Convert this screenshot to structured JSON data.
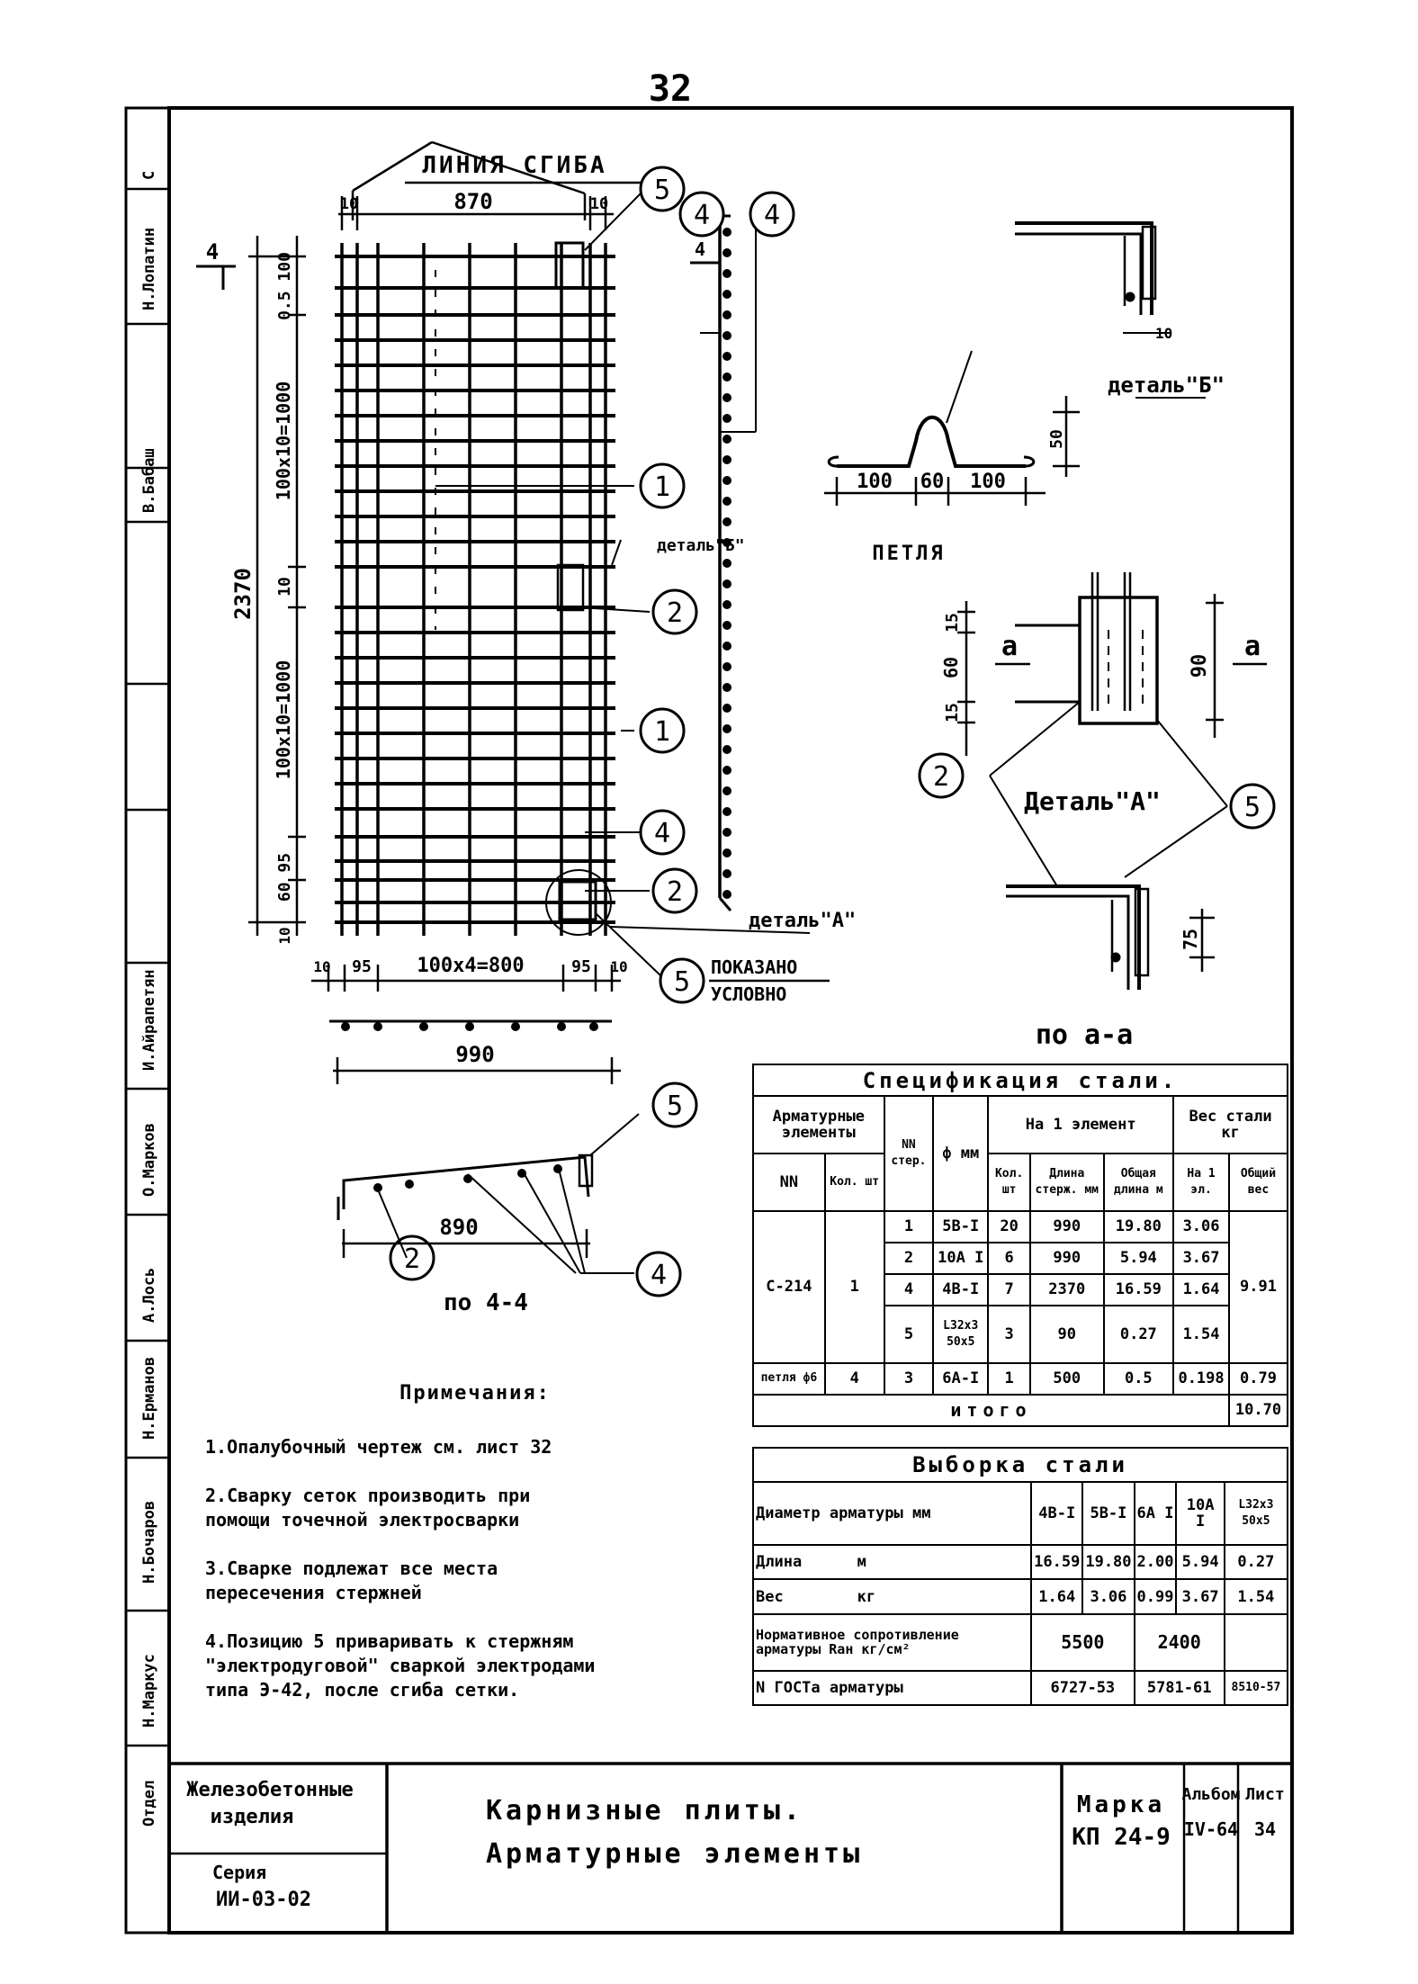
{
  "page_number": "32",
  "labels": {
    "bend_line": "ЛИНИЯ СГИБА",
    "dim_top_edge_left": "10",
    "dim_top_mid": "870",
    "dim_top_edge_right": "10",
    "section_mark": "4",
    "dim_overall_height": "2370",
    "dim_top_segment": "0.5 100",
    "dim_upper_rows": "100x10=1000",
    "dim_mid": "10",
    "dim_lower_rows": "100x10=1000",
    "dim_bottom_segment": "60 95",
    "dim_bottom_end": "10",
    "dim_bottom_edge_left": "10",
    "dim_bottom_95_left": "95",
    "dim_bottom_mid": "100x4=800",
    "dim_bottom_95_right": "95",
    "dim_bottom_edge_right": "10",
    "dim_bottom_total": "990",
    "detail_b_ref": "деталь\"Б\"",
    "detail_a_ref": "деталь\"А\"",
    "shown_conventionally_1": "ПОКАЗАНО",
    "shown_conventionally_2": "УСЛОВНО",
    "dim_890": "890",
    "section_4_4": "по 4-4",
    "loop_title": "ПЕТЛЯ",
    "loop_dim_100_left": "100",
    "loop_dim_60": "60",
    "loop_dim_100_right": "100",
    "loop_height_50": "50",
    "detail_b_title": "деталь\"Б\"",
    "detail_b_dim": "10",
    "detail_a_title": "Деталь\"А\"",
    "detail_a_dim_15_top": "15",
    "detail_a_dim_60": "60",
    "detail_a_dim_15_bottom": "15",
    "detail_a_dim_90": "90",
    "section_mark_a": "а",
    "section_a_dim": "75",
    "section_a_a": "по а-а"
  },
  "callouts": [
    "5",
    "4",
    "4",
    "1",
    "2",
    "1",
    "4",
    "2",
    "5",
    "5",
    "4",
    "2",
    "2",
    "5"
  ],
  "notes": {
    "title": "Примечания:",
    "items": [
      "1.Опалубочный чертеж см. лист 32",
      "2.Сварку сеток производить при\nпомощи точечной электросварки",
      "3.Сварке подлежат все места\nпересечения стержней",
      "4.Позицию 5 приваривать к стержням\n\"электродуговой\" сваркой электродами\nтипа Э-42, после сгиба сетки."
    ]
  },
  "specification": {
    "title": "Спецификация стали.",
    "head_elements": "Арматурные элементы",
    "head_no": "NN",
    "head_qty": "Кол. шт",
    "head_pos": "NN стер.",
    "head_dia": "ф мм",
    "head_per_element": "На 1 элемент",
    "head_weight": "Вес стали кг",
    "head_count": "Кол. шт",
    "head_bar_length": "Длина стерж. мм",
    "head_total_length": "Общая длина м",
    "head_weight_one": "На 1 эл.",
    "head_weight_total": "Общий вес",
    "element_name": "С-214",
    "element_qty": "1",
    "rows": [
      {
        "pos": "1",
        "dia": "5В-I",
        "count": "20",
        "len": "990",
        "total": "19.80",
        "w1": "3.06"
      },
      {
        "pos": "2",
        "dia": "10А I",
        "count": "6",
        "len": "990",
        "total": "5.94",
        "w1": "3.67"
      },
      {
        "pos": "4",
        "dia": "4В-I",
        "count": "7",
        "len": "2370",
        "total": "16.59",
        "w1": "1.64"
      },
      {
        "pos": "5",
        "dia": "L32x3 50x5",
        "count": "3",
        "len": "90",
        "total": "0.27",
        "w1": "1.54"
      }
    ],
    "element_total": "9.91",
    "loop_row": {
      "name": "петля ф6",
      "qty": "4",
      "pos": "3",
      "dia": "6А-I",
      "count": "1",
      "len": "500",
      "total": "0.5",
      "w1": "0.198",
      "w_total": "0.79"
    },
    "total_label": "итого",
    "grand_total": "10.70"
  },
  "selection": {
    "title": "Выборка стали",
    "row_diameter": "Диаметр арматуры мм",
    "diameters": [
      "4В-I",
      "5В-I",
      "6А I",
      "10А I",
      "L32x3 50x5"
    ],
    "row_length": "Длина",
    "length_unit": "м",
    "lengths": [
      "16.59",
      "19.80",
      "2.00",
      "5.94",
      "0.27"
    ],
    "row_weight": "Вес",
    "weight_unit": "кг",
    "weights": [
      "1.64",
      "3.06",
      "0.99",
      "3.67",
      "1.54"
    ],
    "row_resistance": "Нормативное сопротивление арматуры Rан кг/см²",
    "resistance_wire": "5500",
    "resistance_bar": "2400",
    "row_gost": "N ГОСТа арматуры",
    "gosts": [
      "6727-53",
      "5781-61",
      "8510-57"
    ]
  },
  "title_block": {
    "publisher_1": "Железобетонные",
    "publisher_2": "изделия",
    "series_label": "Серия",
    "series": "ИИ-03-02",
    "title_1": "Карнизные плиты.",
    "title_2": "Арматурные элементы",
    "mark_label": "Марка",
    "mark": "КП 24-9",
    "album_label": "Альбом",
    "album": "IV-64",
    "sheet_label": "Лист",
    "sheet": "34"
  },
  "side_strip": [
    "Отдел",
    "Н.Маркус",
    "Н.Бочаров",
    "Н.Ерманов",
    "А.Лось",
    "О.Марков",
    "И.Айрапетян",
    "",
    "",
    "В.Бабаш",
    "Н.Лопатин",
    "С"
  ]
}
